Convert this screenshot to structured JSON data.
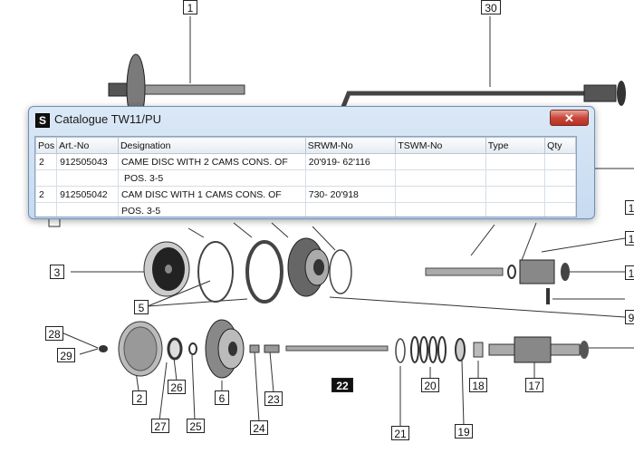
{
  "callouts": [
    {
      "id": "c1",
      "text": "1"
    },
    {
      "id": "c30",
      "text": "30"
    },
    {
      "id": "c3",
      "text": "3"
    },
    {
      "id": "c5",
      "text": "5"
    },
    {
      "id": "c28",
      "text": "28"
    },
    {
      "id": "c29",
      "text": "29"
    },
    {
      "id": "c2",
      "text": "2"
    },
    {
      "id": "c26",
      "text": "26"
    },
    {
      "id": "c27",
      "text": "27"
    },
    {
      "id": "c25",
      "text": "25"
    },
    {
      "id": "c6",
      "text": "6"
    },
    {
      "id": "c24",
      "text": "24"
    },
    {
      "id": "c23",
      "text": "23"
    },
    {
      "id": "c22",
      "text": "22"
    },
    {
      "id": "c21",
      "text": "21"
    },
    {
      "id": "c20",
      "text": "20"
    },
    {
      "id": "c19",
      "text": "19"
    },
    {
      "id": "c18",
      "text": "18"
    },
    {
      "id": "c17",
      "text": "17"
    },
    {
      "id": "c9",
      "text": "9"
    },
    {
      "id": "cr1",
      "text": "1"
    },
    {
      "id": "cr2",
      "text": "1"
    },
    {
      "id": "cr3",
      "text": "1"
    }
  ],
  "dialog": {
    "icon_letter": "S",
    "title": "Catalogue TW11/PU",
    "close_glyph": "✕",
    "columns": [
      "Pos",
      "Art.-No",
      "Designation",
      "SRWM-No",
      "TSWM-No",
      "Type",
      "Qty"
    ],
    "rows": [
      {
        "pos": "2",
        "art": "912505043",
        "designation": "CAME DISC WITH 2 CAMS CONS. OF",
        "srwm": "20'919-  62'116",
        "tswm": "",
        "type": "",
        "qty": ""
      },
      {
        "pos": "",
        "art": "",
        "designation": "POS. 3-5",
        "srwm": "",
        "tswm": "",
        "type": "",
        "qty": ""
      },
      {
        "pos": "2",
        "art": "912505042",
        "designation": "CAM DISC WITH 1 CAMS CONS. OF",
        "srwm": "730-  20'918",
        "tswm": "",
        "type": "",
        "qty": ""
      },
      {
        "pos": "",
        "art": "",
        "designation": "POS. 3-5",
        "srwm": "",
        "tswm": "",
        "type": "",
        "qty": ""
      }
    ]
  },
  "colors": {
    "accent": "#c9463a",
    "titlebar": "#dbe8f6",
    "part_dark": "#333333"
  }
}
